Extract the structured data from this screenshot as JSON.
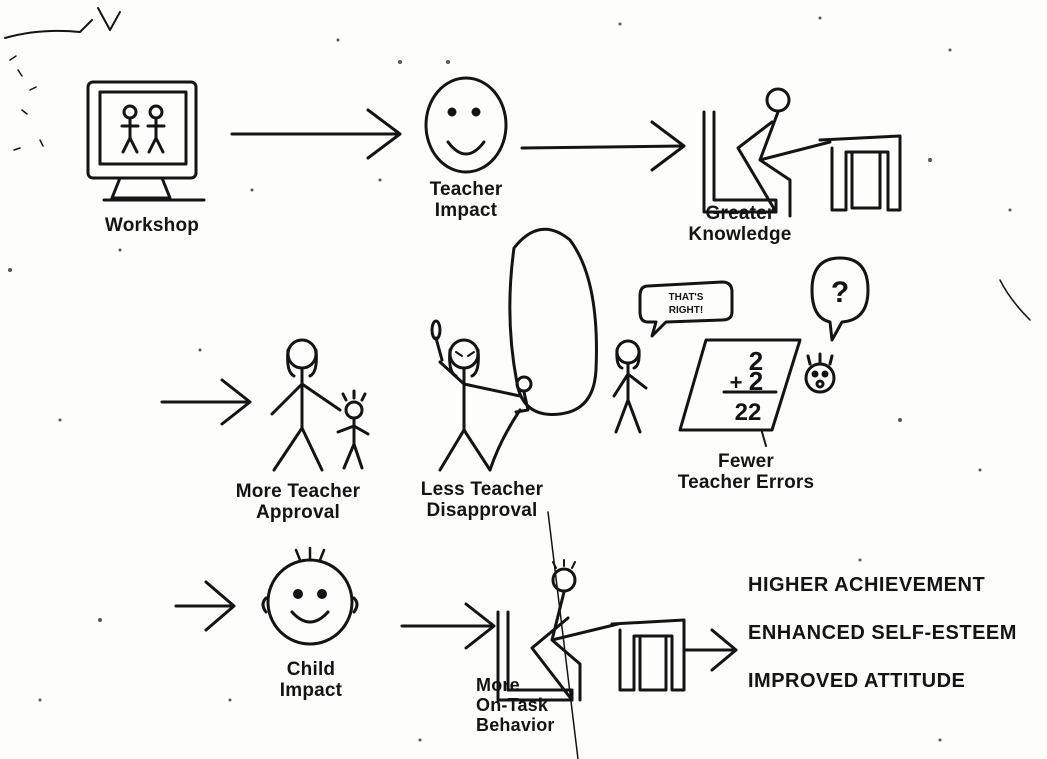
{
  "labels": {
    "workshop": "Workshop",
    "teacher_impact_1": "Teacher",
    "teacher_impact_2": "Impact",
    "greater_knowledge_1": "Greater",
    "greater_knowledge_2": "Knowledge",
    "more_approval_1": "More Teacher",
    "more_approval_2": "Approval",
    "less_disapproval_1": "Less Teacher",
    "less_disapproval_2": "Disapproval",
    "fewer_errors_1": "Fewer",
    "fewer_errors_2": "Teacher Errors",
    "child_impact_1": "Child",
    "child_impact_2": "Impact",
    "on_task_1": "More",
    "on_task_2": "On-Task",
    "on_task_3": "Behavior"
  },
  "speech_bubble": {
    "line1": "THAT'S",
    "line2": "RIGHT!"
  },
  "question_bubble": "?",
  "math_problem": {
    "top": "2",
    "operator": "+",
    "bottom": "2",
    "answer": "22"
  },
  "outcomes": [
    "HIGHER ACHIEVEMENT",
    "ENHANCED SELF-ESTEEM",
    "IMPROVED ATTITUDE"
  ],
  "colors": {
    "ink": "#141414",
    "paper": "#fdfdfb"
  }
}
